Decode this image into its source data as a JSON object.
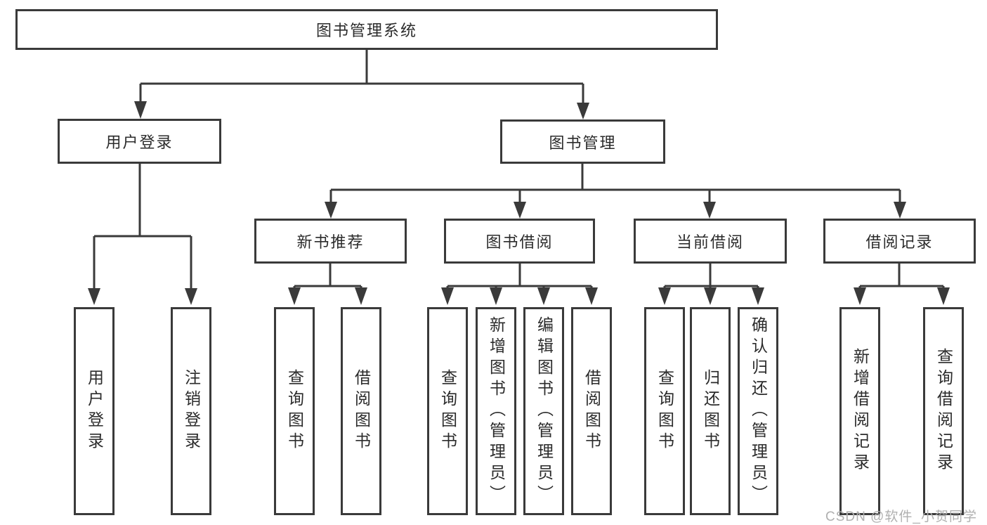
{
  "page": {
    "colors": {
      "background": "#ffffff",
      "line": "#3a3a3a",
      "text": "#2b2b2b",
      "watermark": "#b0b0b0"
    }
  },
  "diagram": {
    "type": "hierarchy-tree",
    "title": "图书管理系统",
    "branches": [
      {
        "label": "用户登录",
        "children": [
          {
            "label": "用户登录"
          },
          {
            "label": "注销登录"
          }
        ]
      },
      {
        "label": "图书管理",
        "children": [
          {
            "label": "新书推荐",
            "children": [
              {
                "label": "查询图书"
              },
              {
                "label": "借阅图书"
              }
            ]
          },
          {
            "label": "图书借阅",
            "children": [
              {
                "label": "查询图书"
              },
              {
                "label": "新增图书（管理员）"
              },
              {
                "label": "编辑图书（管理员）"
              },
              {
                "label": "借阅图书"
              }
            ]
          },
          {
            "label": "当前借阅",
            "children": [
              {
                "label": "查询图书"
              },
              {
                "label": "归还图书"
              },
              {
                "label": "确认归还（管理员）"
              }
            ]
          },
          {
            "label": "借阅记录",
            "children": [
              {
                "label": "新增借阅记录"
              },
              {
                "label": "查询借阅记录"
              }
            ]
          }
        ]
      }
    ]
  },
  "watermark": {
    "text": "CSDN @软件_小贺同学"
  }
}
